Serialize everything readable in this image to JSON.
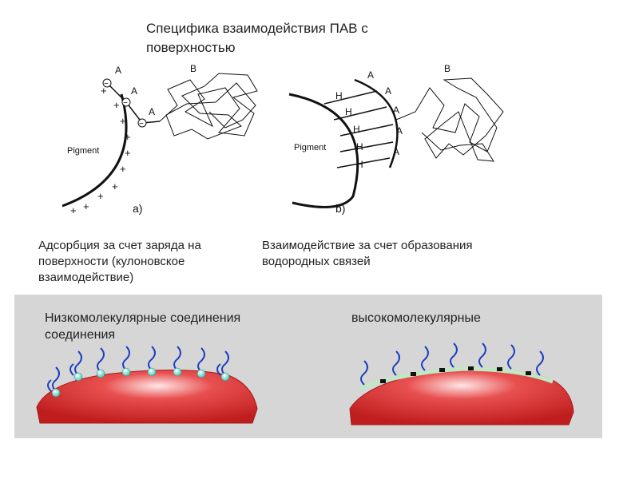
{
  "title": "Специфика взаимодействия ПАВ с поверхностью",
  "diagram_a": {
    "pigment_label": "Pigment",
    "anchor_label": "A",
    "polymer_label": "B",
    "panel_label": "a)"
  },
  "diagram_b": {
    "pigment_label": "Pigment",
    "anchor_label": "A",
    "bond_label": "H",
    "polymer_label": "B",
    "panel_label": "b)"
  },
  "captions": {
    "left": "Адсорбция за счет заряда на поверхности (кулоновское взаимодействие)",
    "right": "Взаимодействие за счет образования водородных связей"
  },
  "bottom": {
    "left_label": "Низкомолекулярные соединения соединения",
    "right_label": "высокомолекулярные"
  },
  "colors": {
    "particle": "#d22a2a",
    "tail": "#1a3fbf",
    "head": "#7fe0d0",
    "panel": "#d6d6d6"
  }
}
